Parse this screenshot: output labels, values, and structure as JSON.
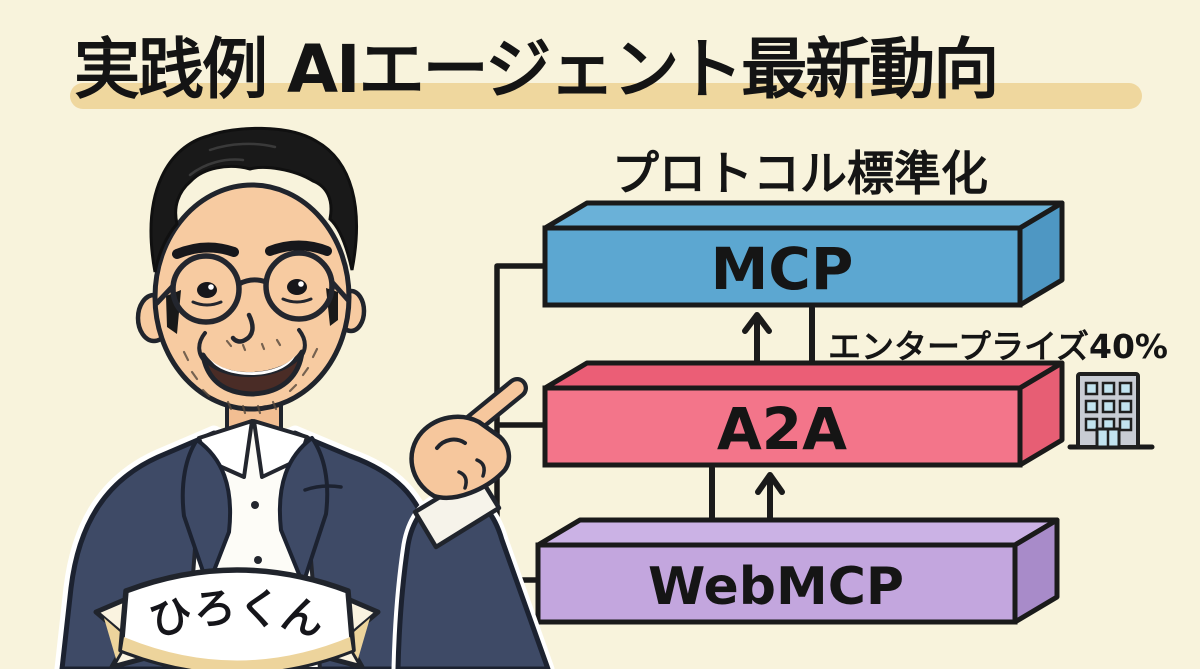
{
  "background_color": "#F8F3DC",
  "title": {
    "text": "実践例 AIエージェント最新動向",
    "highlight_color": "#EFD79E"
  },
  "presenter": {
    "name": "ひろくん",
    "illustration": "pointing-presenter-cartoon"
  },
  "diagram": {
    "heading": "プロトコル標準化",
    "annotation": "エンタープライズ40%",
    "boxes": [
      {
        "id": "mcp",
        "label": "MCP",
        "face_color": "#5CA7D1",
        "top_color": "#6AB1D8",
        "side_color": "#4E97C3"
      },
      {
        "id": "a2a",
        "label": "A2A",
        "face_color": "#F3758A",
        "top_color": "#EB5E76",
        "side_color": "#E75E74"
      },
      {
        "id": "webmcp",
        "label": "WebMCP",
        "face_color": "#C3A6DE",
        "top_color": "#CBB2E5",
        "side_color": "#A88BC9"
      }
    ],
    "arrows": [
      {
        "between": "MCP-A2A",
        "direction": "bidirectional"
      },
      {
        "between": "A2A-WebMCP",
        "direction": "bidirectional"
      }
    ],
    "building_icon": "office-building-icon",
    "line_color": "#1A1A1A"
  }
}
